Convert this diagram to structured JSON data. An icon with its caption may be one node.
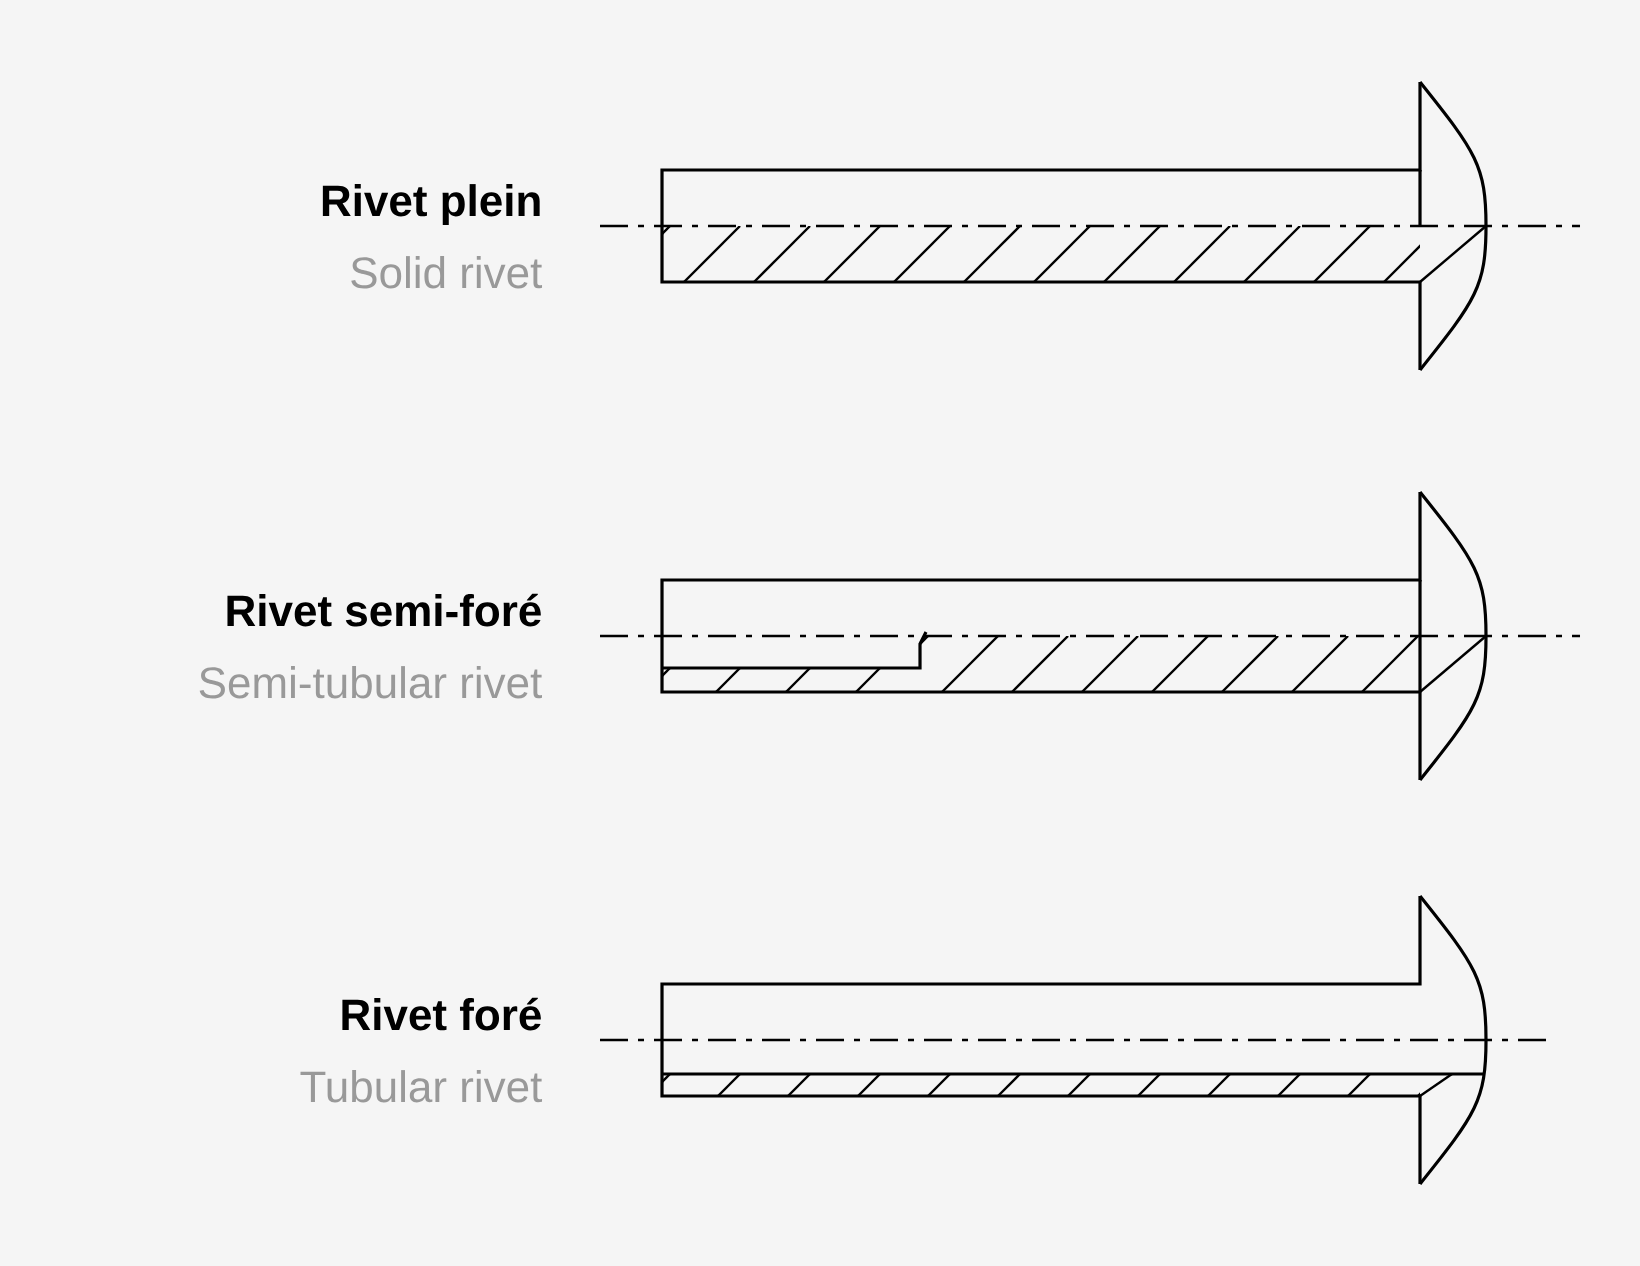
{
  "diagram": {
    "labels": [
      "Rivet plein",
      "Solid rivet",
      "Rivet semi-foré",
      "Semi-tubular rivet",
      "Rivet foré",
      "Tubular rivet"
    ]
  }
}
